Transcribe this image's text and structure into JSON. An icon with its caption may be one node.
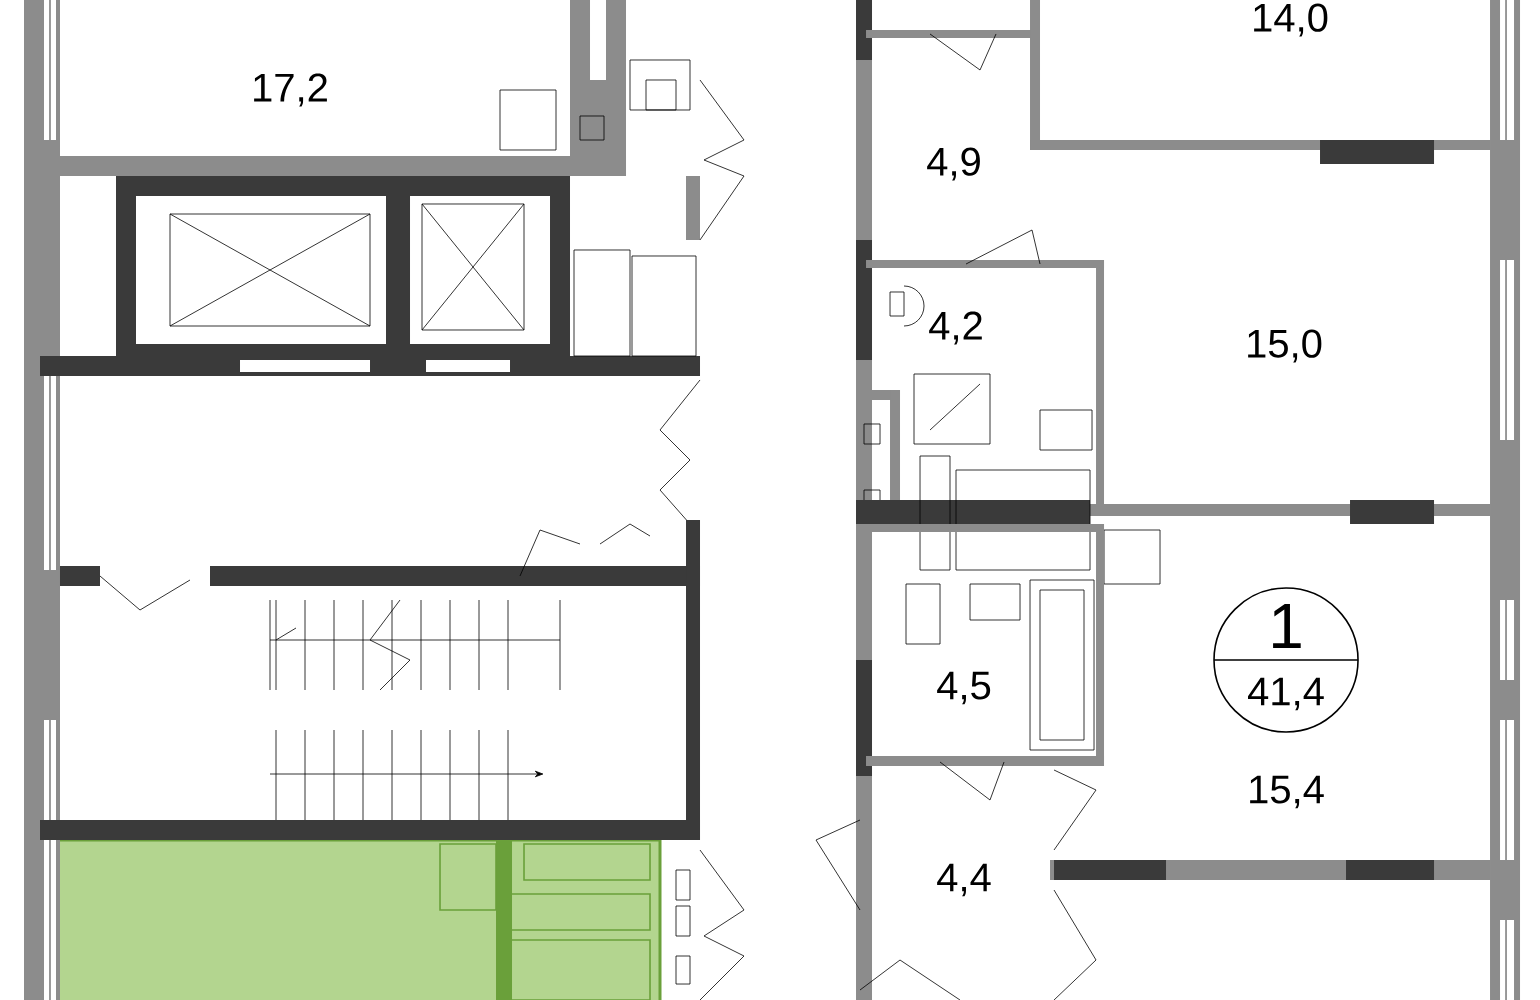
{
  "diagram": {
    "nodes": [
      {
        "text": [
          "1",
          "41,4"
        ]
      }
    ],
    "edges": [],
    "labels": [
      "17,2",
      "14,0",
      "4,9",
      "4,2",
      "15,0",
      "4,5",
      "15,4",
      "4,4"
    ]
  }
}
